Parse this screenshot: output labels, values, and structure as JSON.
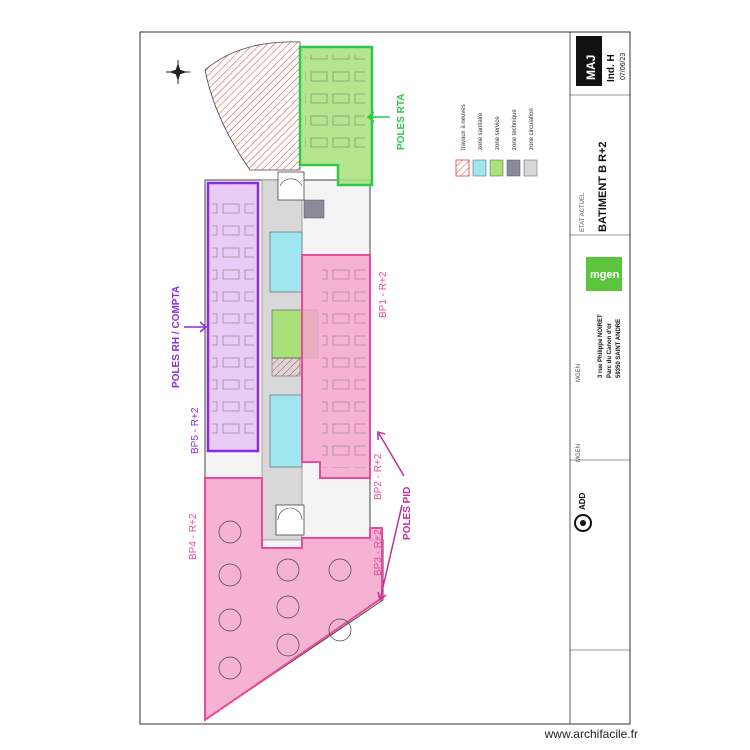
{
  "colors": {
    "pink": "#e94b9a",
    "pink_fill": "#f4a6cd",
    "purple": "#8a2be2",
    "purple_fill": "#e9c6f7",
    "green": "#2ec94a",
    "green_fill": "#a8e07a",
    "cyan_fill": "#9fe6ef",
    "gray_fill": "#d8d8d8",
    "dark_gray": "#8a8a9a",
    "red_hatch": "#d94040"
  },
  "labels": {
    "poles_rta": "POLES RTA",
    "poles_rh_compta": "POLES RH / COMPTA",
    "poles_pid": "POLES PID",
    "bp1": "BP1 - R+2",
    "bp2": "BP2 - R+2",
    "bp3": "BP3 - R+2",
    "bp4": "BP4 - R+2",
    "bp5": "BP5 - R+2"
  },
  "legend": {
    "items": [
      {
        "label": "travaux à neuves",
        "swatch": "hatch"
      },
      {
        "label": "zone sanitaire",
        "swatch": "cyan"
      },
      {
        "label": "zone service",
        "swatch": "green"
      },
      {
        "label": "zone technique",
        "swatch": "darkgray"
      },
      {
        "label": "zone circulation",
        "swatch": "lightgray"
      }
    ]
  },
  "title_block": {
    "maj": "MAJ",
    "ind": "Ind. H",
    "date": "07/06/23",
    "etat": "ETAT ACTUEL",
    "batiment": "BATIMENT B R+2",
    "client_logo": "mgen",
    "client_label": "MGEN",
    "address_1": "3 rue Philippe NOIRET",
    "address_2": "Parc du Canon d'or",
    "address_3": "59350 SAINT ANDRE",
    "client_label_2": "MGEN",
    "agency_logo": "ADD"
  },
  "watermark": "www.archifacile.fr"
}
